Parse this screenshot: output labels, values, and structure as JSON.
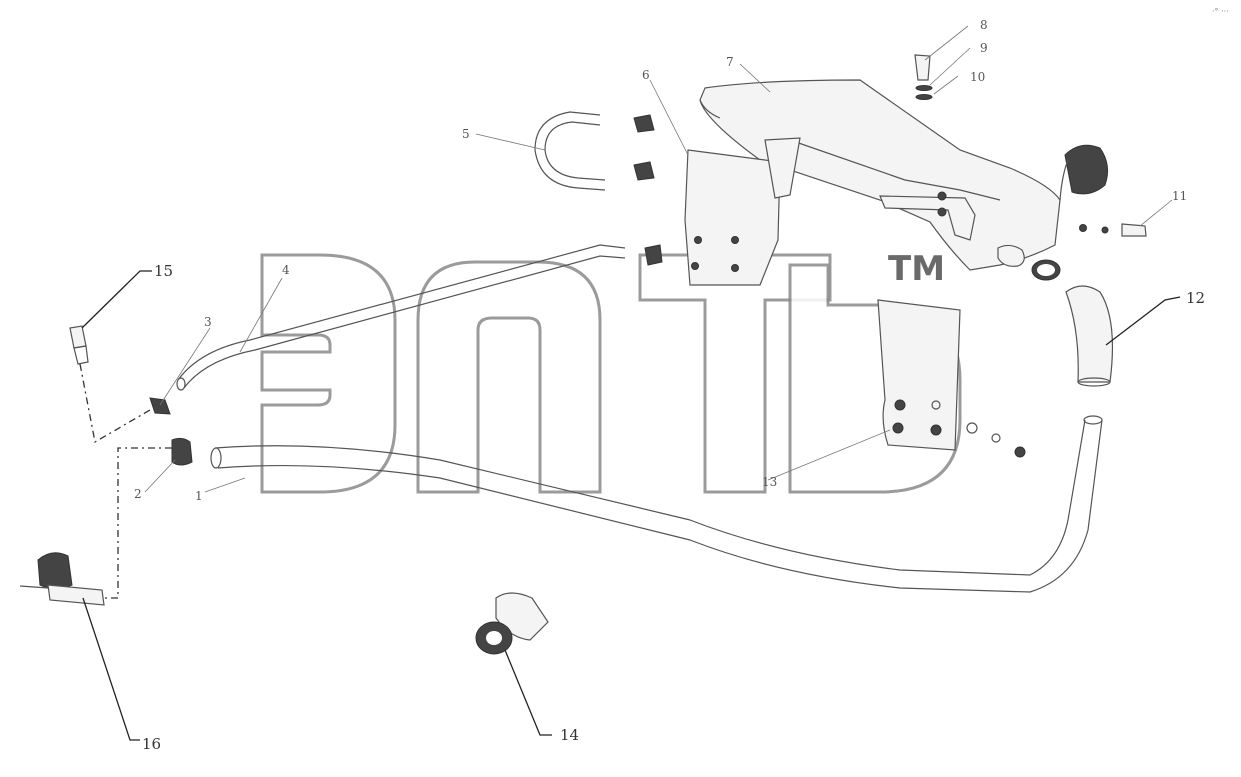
{
  "labels": {
    "p1": "1",
    "p2": "2",
    "p3": "3",
    "p4": "4",
    "p5": "5",
    "p6": "6",
    "p7": "7",
    "p8": "8",
    "p9": "9",
    "p10": "10",
    "p11": "11",
    "p12": "12",
    "p13": "13",
    "p14": "14",
    "p15": "15",
    "p16": "16"
  },
  "watermark": {
    "tm": "TM"
  },
  "corner_mark": "·° ···",
  "colors": {
    "line": "#555555",
    "watermark_outline": "#8a8a8a"
  }
}
